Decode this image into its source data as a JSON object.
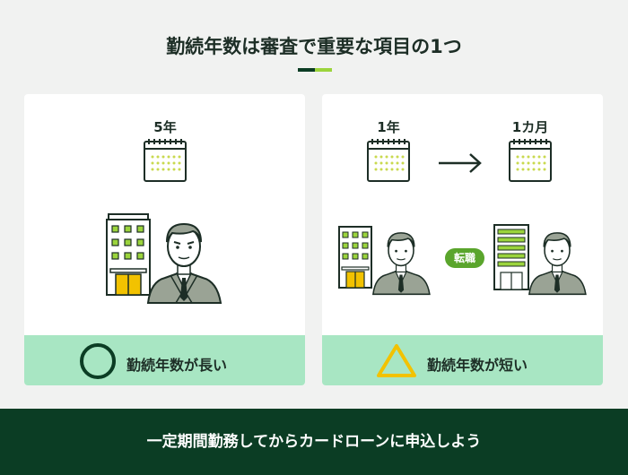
{
  "title": "勤続年数は審査で重要な項目の1つ",
  "left_card": {
    "calendar_label": "5年",
    "result_symbol": "circle",
    "result_label": "勤続年数が長い"
  },
  "right_card": {
    "calendar_from_label": "1年",
    "calendar_to_label": "1カ月",
    "badge_label": "転職",
    "result_symbol": "triangle",
    "result_label": "勤続年数が短い"
  },
  "footer_text": "一定期間勤務してからカードローンに申込しよう",
  "colors": {
    "dark_green": "#0b3d24",
    "light_green": "#9bd43c",
    "mint": "#a8e6c3",
    "accent_yellow": "#f2c200",
    "calendar_dots": "#c9d94f"
  }
}
